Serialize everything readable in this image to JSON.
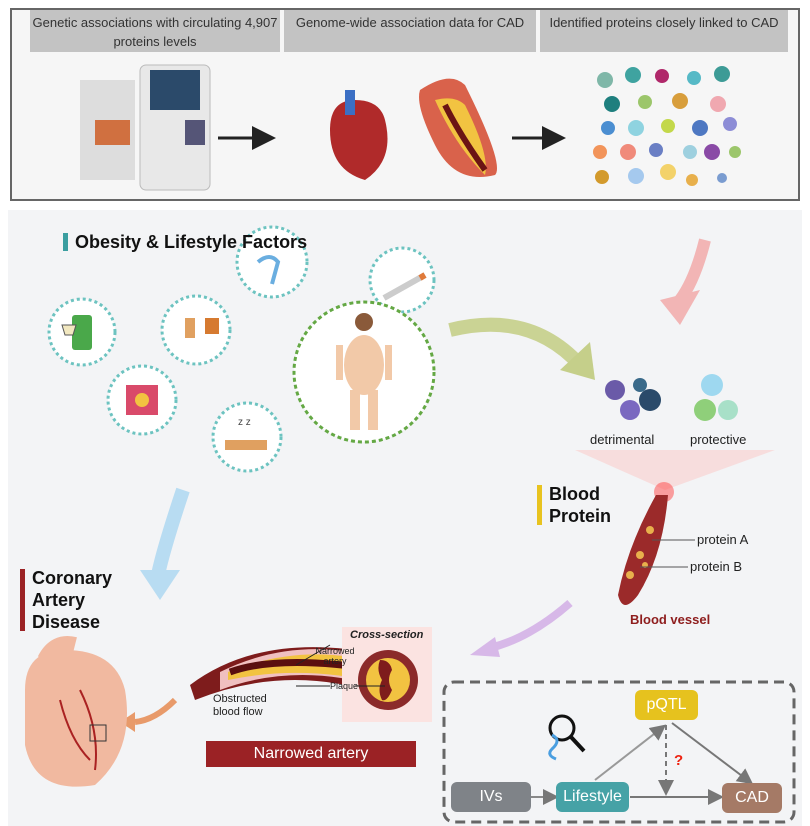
{
  "header": {
    "cells": [
      "Genetic associations with circulating 4,907 proteins levels",
      "Genome-wide association data for CAD",
      "Identified proteins closely linked to CAD"
    ]
  },
  "sections": {
    "lifestyle": "Obesity & Lifestyle Factors",
    "blood_protein": "Blood Protein",
    "cad": "Coronary Artery Disease"
  },
  "protein_labels": {
    "detrimental": "detrimental",
    "protective": "protective",
    "protein_a": "protein A",
    "protein_b": "protein B",
    "blood_vessel": "Blood vessel"
  },
  "artery": {
    "cross_section": "Cross-section",
    "narrowed_artery": "Narrowed artery",
    "plaque": "Plaque",
    "obstructed": "Obstructed blood flow",
    "banner": "Narrowed artery"
  },
  "mr_diagram": {
    "ivs": "IVs",
    "lifestyle": "Lifestyle",
    "pqtl": "pQTL",
    "cad": "CAD",
    "question": "?"
  },
  "colors": {
    "teal": "#3a9ea0",
    "yellow": "#e8c31f",
    "dark_red": "#9b2225",
    "node_gray": "#7f8388",
    "node_teal": "#46a2a6",
    "node_yellow": "#e6c21e",
    "node_brown": "#a57a66"
  }
}
